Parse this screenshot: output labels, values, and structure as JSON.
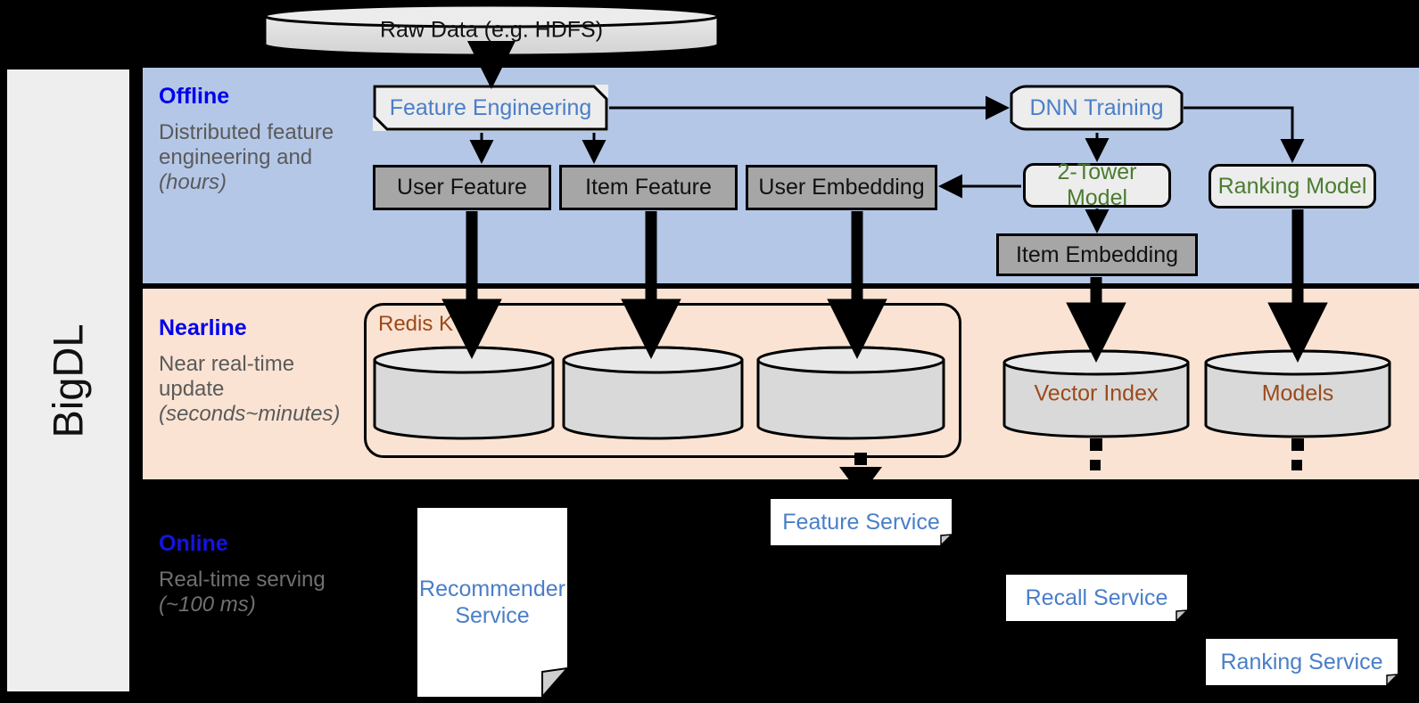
{
  "sidebar": {
    "label": "BigDL"
  },
  "source": {
    "label": "Raw Data (e.g. HDFS)"
  },
  "bands": [
    {
      "id": "offline",
      "title": "Offline",
      "subtitle": "Distributed feature engineering and ",
      "subtitle_em": "(hours)",
      "color": "#b4c7e7"
    },
    {
      "id": "nearline",
      "title": "Nearline",
      "subtitle": "Near real-time update ",
      "subtitle_em": "(seconds~minutes)",
      "color": "#fae3d3"
    },
    {
      "id": "online",
      "title": "Online",
      "subtitle": "Real-time serving ",
      "subtitle_em": "(~100 ms)",
      "color": "#000000"
    }
  ],
  "offline": {
    "feature_engineering": "Feature Engineering",
    "dnn_training": "DNN Training",
    "user_feature": "User Feature",
    "item_feature": "Item Feature",
    "user_embedding": "User Embedding",
    "two_tower_model": "2-Tower Model",
    "ranking_model": "Ranking Model",
    "item_embedding": "Item Embedding"
  },
  "nearline": {
    "redis_kv": "Redis KV",
    "store_1": "",
    "store_2": "",
    "store_3": "",
    "vector_index": "Vector Index",
    "models": "Models"
  },
  "online": {
    "recommender_service": "Recommender Service",
    "feature_service": "Feature Service",
    "recall_service": "Recall Service",
    "ranking_service": "Ranking Service"
  },
  "colors": {
    "offline_band": "#b4c7e7",
    "nearline_band": "#fae3d3",
    "online_band": "#000000",
    "band_title": "#0000ee",
    "band_subtitle": "#5a5a5a",
    "model_text": "#4a7c2f",
    "process_text": "#4a7ec8",
    "storage_text": "#9c4a1a",
    "gray_box": "#a6a6a6",
    "sidebar": "#eeeeee"
  }
}
